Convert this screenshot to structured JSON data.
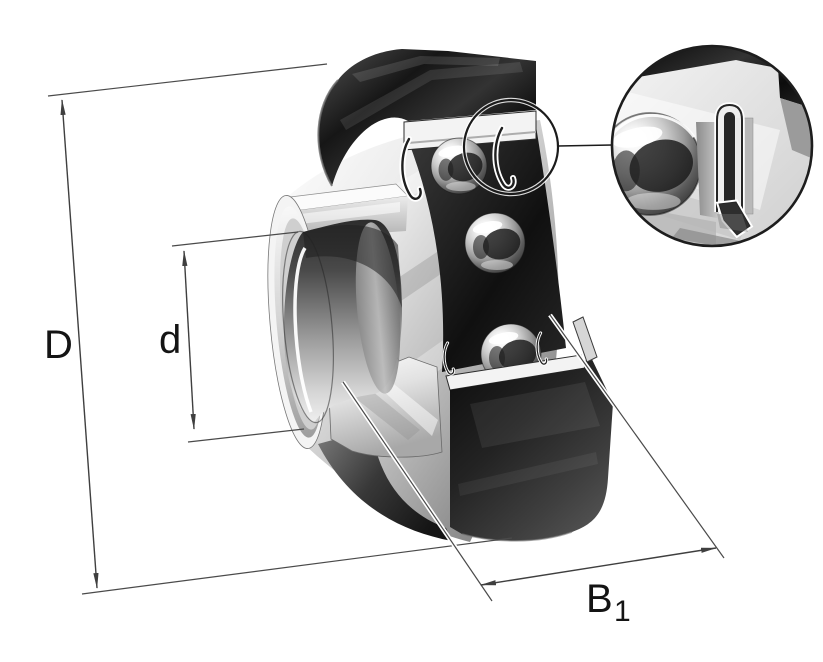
{
  "figure": {
    "type": "technical-illustration",
    "subject": "sealed radial insert ball bearing cutaway with magnified seal detail",
    "labels": {
      "outer_diameter": "D",
      "bore_diameter": "d",
      "total_width_base": "B",
      "total_width_sub": "1"
    },
    "colors": {
      "background": "#ffffff",
      "dimension_lines": "#3f3f3f",
      "label_text": "#141414",
      "ring_dark": "#141414",
      "metal_light": "#ededed",
      "detail_outline": "#1d1d1d"
    }
  }
}
